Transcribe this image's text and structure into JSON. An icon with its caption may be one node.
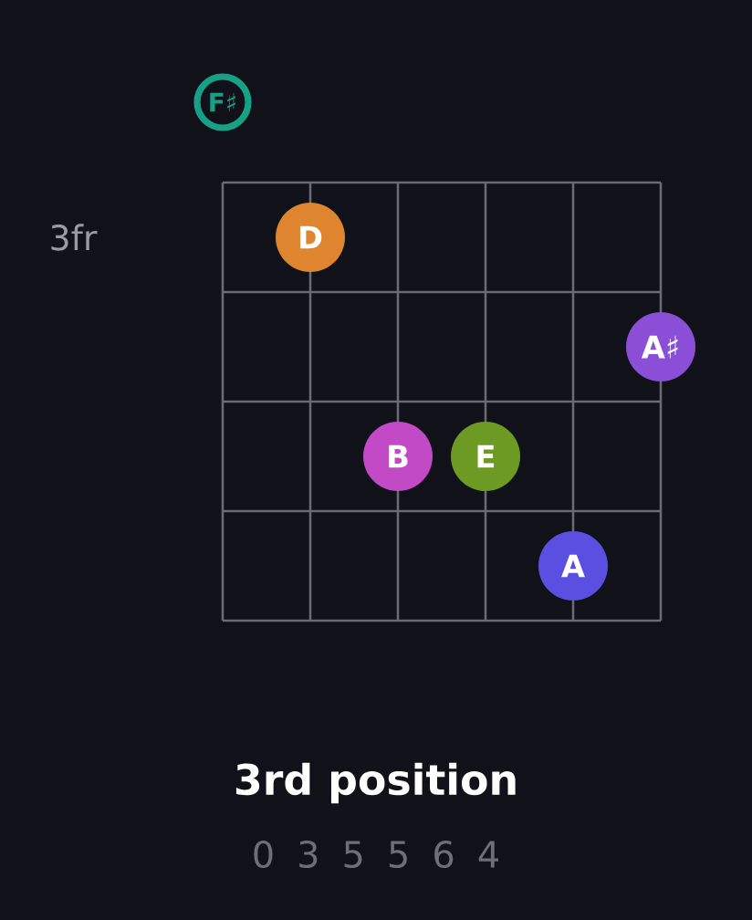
{
  "diagram": {
    "title": "3rd position",
    "nodes": [
      {
        "text": [
          "F♯"
        ]
      },
      {
        "text": [
          "D"
        ]
      },
      {
        "text": [
          "A♯"
        ]
      },
      {
        "text": [
          "B"
        ]
      },
      {
        "text": [
          "E"
        ]
      },
      {
        "text": [
          "A"
        ]
      }
    ],
    "labels": [
      "3fr",
      "0 3 5 5 6 4"
    ]
  }
}
